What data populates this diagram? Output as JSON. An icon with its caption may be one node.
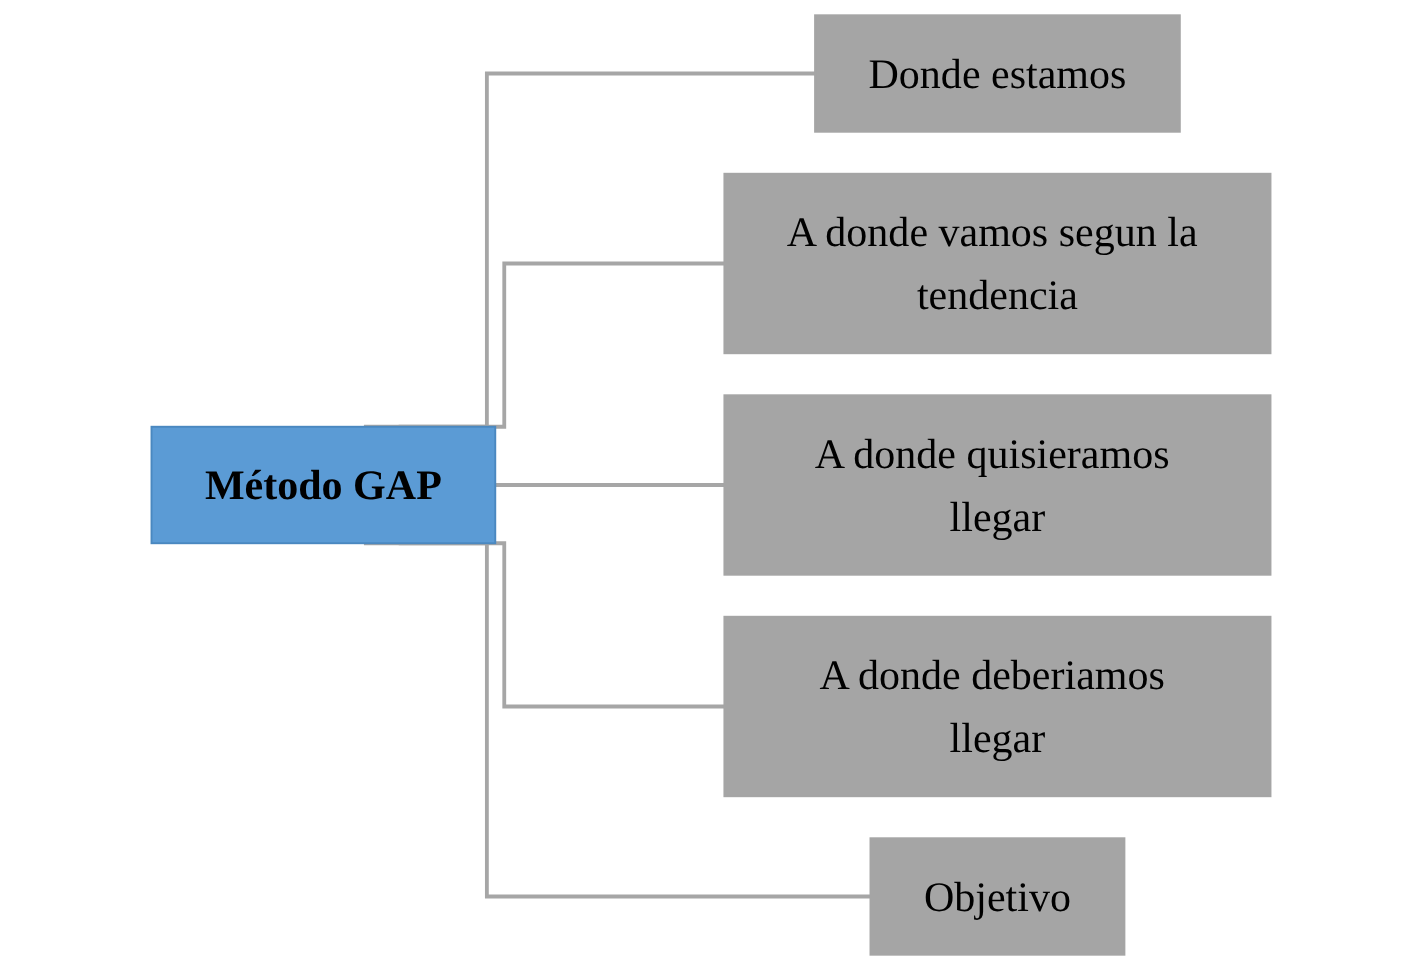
{
  "diagram": {
    "nodes": [
      {
        "text": [
          "Método GAP"
        ]
      },
      {
        "text": [
          "Donde estamos"
        ]
      },
      {
        "text": [
          "A donde vamos segun la tendencia"
        ]
      },
      {
        "text": [
          "A donde quisieramos llegar"
        ]
      },
      {
        "text": [
          "A donde deberiamos llegar"
        ]
      },
      {
        "text": [
          "Objetivo"
        ]
      }
    ],
    "edges": [
      {
        "from": 0,
        "to": 1,
        "arrow": "none"
      },
      {
        "from": 0,
        "to": 2,
        "arrow": "none"
      },
      {
        "from": 0,
        "to": 3,
        "arrow": "none"
      },
      {
        "from": 0,
        "to": 4,
        "arrow": "none"
      },
      {
        "from": 0,
        "to": 5,
        "arrow": "none"
      }
    ]
  }
}
